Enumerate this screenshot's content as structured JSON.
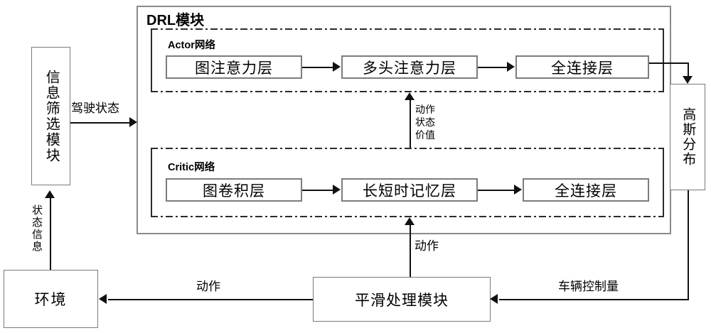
{
  "diagram": {
    "title": "DRL模块",
    "modules": {
      "info_filter": "信息筛选模块",
      "environment": "环境",
      "smoothing": "平滑处理模块",
      "gaussian": "高斯分布"
    },
    "actor": {
      "title": "Actor网络",
      "layers": [
        "图注意力层",
        "多头注意力层",
        "全连接层"
      ]
    },
    "critic": {
      "title": "Critic网络",
      "layers": [
        "图卷积层",
        "长短时记忆层",
        "全连接层"
      ]
    },
    "edges": {
      "driving_state": "驾驶状态",
      "state_info": "状态信息",
      "action_state_value_1": "动作",
      "action_state_value_2": "状态",
      "action_state_value_3": "价值",
      "action_up": "动作",
      "action_left": "动作",
      "vehicle_control": "车辆控制量"
    },
    "colors": {
      "stroke": "#111111",
      "box_border": "#7c7c7c",
      "dash_border": "#2b2b2b",
      "background": "#ffffff"
    }
  }
}
